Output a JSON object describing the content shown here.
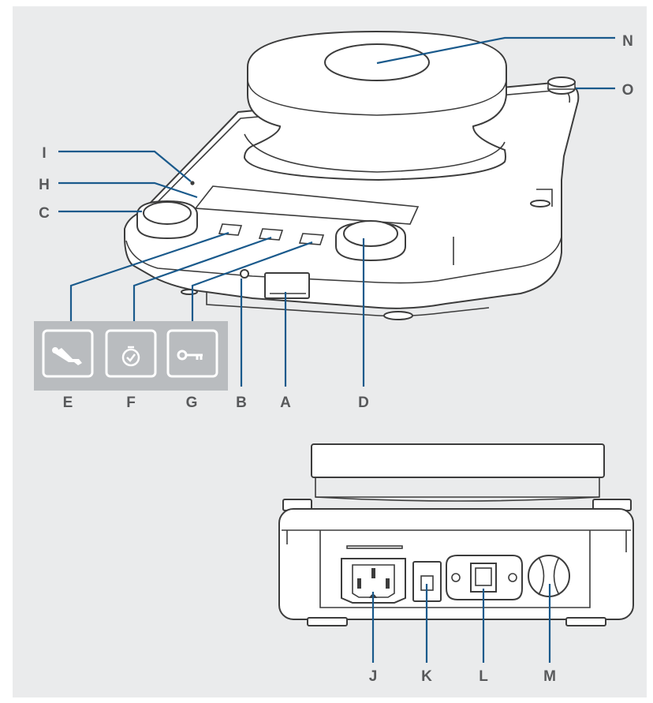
{
  "labels": {
    "A": "A",
    "B": "B",
    "C": "C",
    "D": "D",
    "E": "E",
    "F": "F",
    "G": "G",
    "H": "H",
    "I": "I",
    "J": "J",
    "K": "K",
    "L": "L",
    "M": "M",
    "N": "N",
    "O": "O"
  },
  "icons": [
    "wrench-icon",
    "timer-icon",
    "key-icon"
  ],
  "colors": {
    "background": "#eaebec",
    "leader_lines": "#1a5a8c",
    "label_text": "#58595b",
    "icon_tiles": "#b9bcbf",
    "device_outline": "#3c3c3c"
  }
}
